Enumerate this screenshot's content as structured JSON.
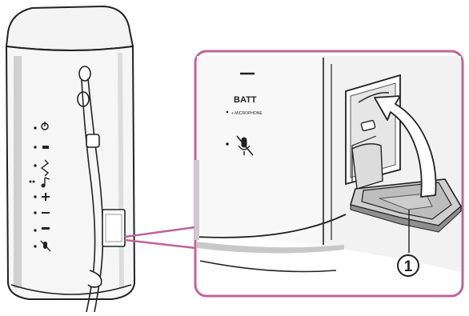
{
  "figure": {
    "panel_labels": {
      "batt": "BATT",
      "batt_sub": "+ MICROPHONE"
    },
    "callout": {
      "number": "1"
    },
    "speaker_button_icons": [
      "power-icon",
      "bluetooth-icon",
      "volume-minus-icon",
      "volume-plus-icon",
      "music-icon",
      "battery-icon",
      "mic-mute-icon"
    ],
    "colors": {
      "callout_frame": "#c0649a",
      "outline": "#222222",
      "arrow_fill": "#ffffff"
    }
  }
}
